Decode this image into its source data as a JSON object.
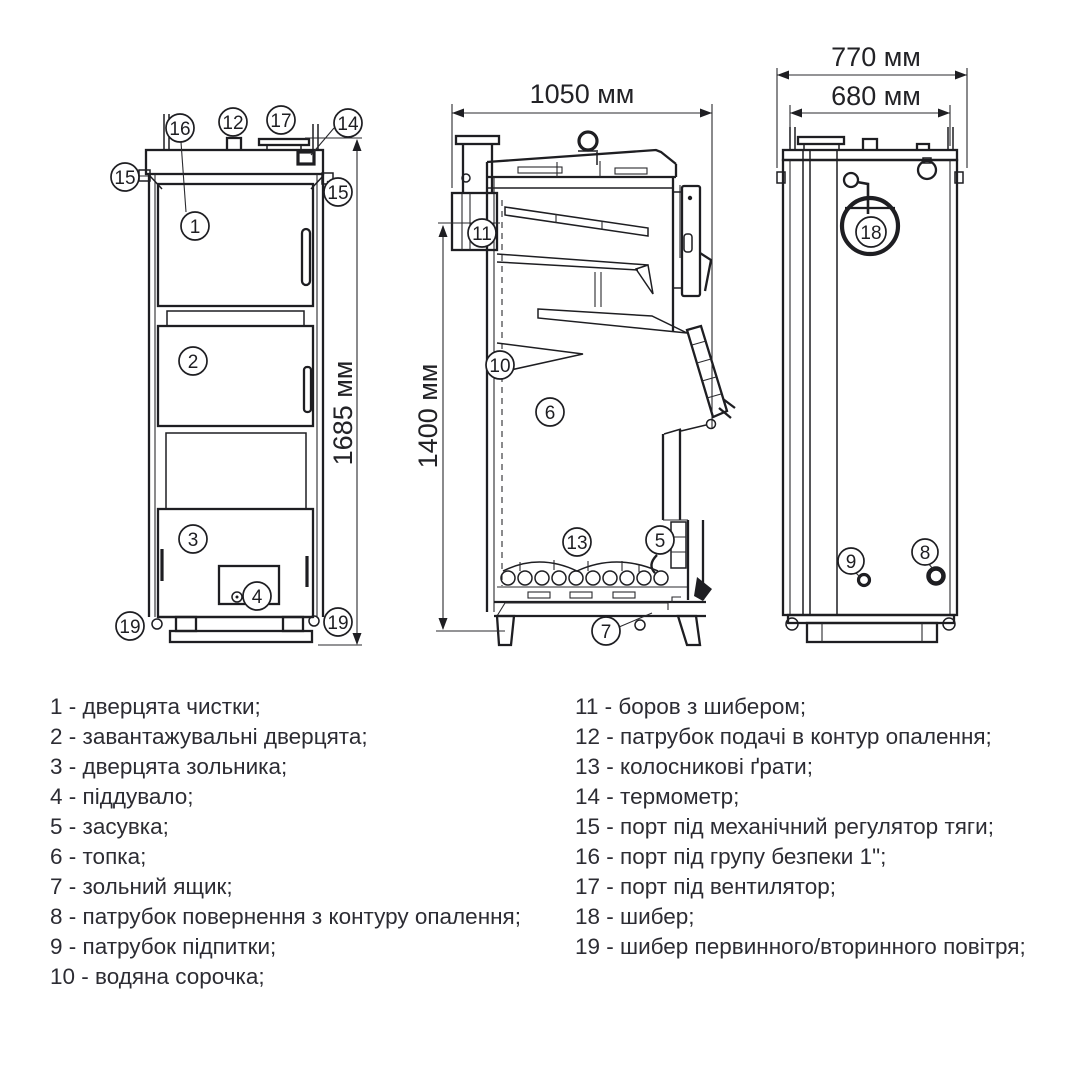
{
  "views": {
    "front": {
      "height_label": "1685 мм"
    },
    "side": {
      "width_label": "1050 мм",
      "height_label": "1400 мм"
    },
    "back": {
      "outer_width_label": "770 мм",
      "inner_width_label": "680 мм"
    }
  },
  "callouts": {
    "c1": "1",
    "c2": "2",
    "c3": "3",
    "c4": "4",
    "c5": "5",
    "c6": "6",
    "c7": "7",
    "c8": "8",
    "c9": "9",
    "c10": "10",
    "c11": "11",
    "c12": "12",
    "c13": "13",
    "c14": "14",
    "c15": "15",
    "c16": "16",
    "c17": "17",
    "c18": "18",
    "c19": "19"
  },
  "legend": {
    "left": [
      "1 - дверцята чистки;",
      "2 - завантажувальні дверцята;",
      "3 - дверцята зольника;",
      "4 - піддувало;",
      "5 - засувка;",
      "6 - топка;",
      "7 - зольний ящик;",
      "8 - патрубок повернення з контуру опалення;",
      "9 - патрубок підпитки;",
      "10 - водяна сорочка;"
    ],
    "right": [
      "11 - боров з шибером;",
      "12 - патрубок подачі в контур опалення;",
      "13 - колосникові ґрати;",
      "14 - термометр;",
      "15 - порт під механічний регулятор тяги;",
      "16 - порт під групу безпеки 1\";",
      "17 - порт під вентилятор;",
      "18 - шибер;",
      "19 - шибер первинного/вторинного повітря;"
    ]
  },
  "colors": {
    "line": "#1e1e22",
    "text": "#2c2c33",
    "background": "#ffffff"
  }
}
